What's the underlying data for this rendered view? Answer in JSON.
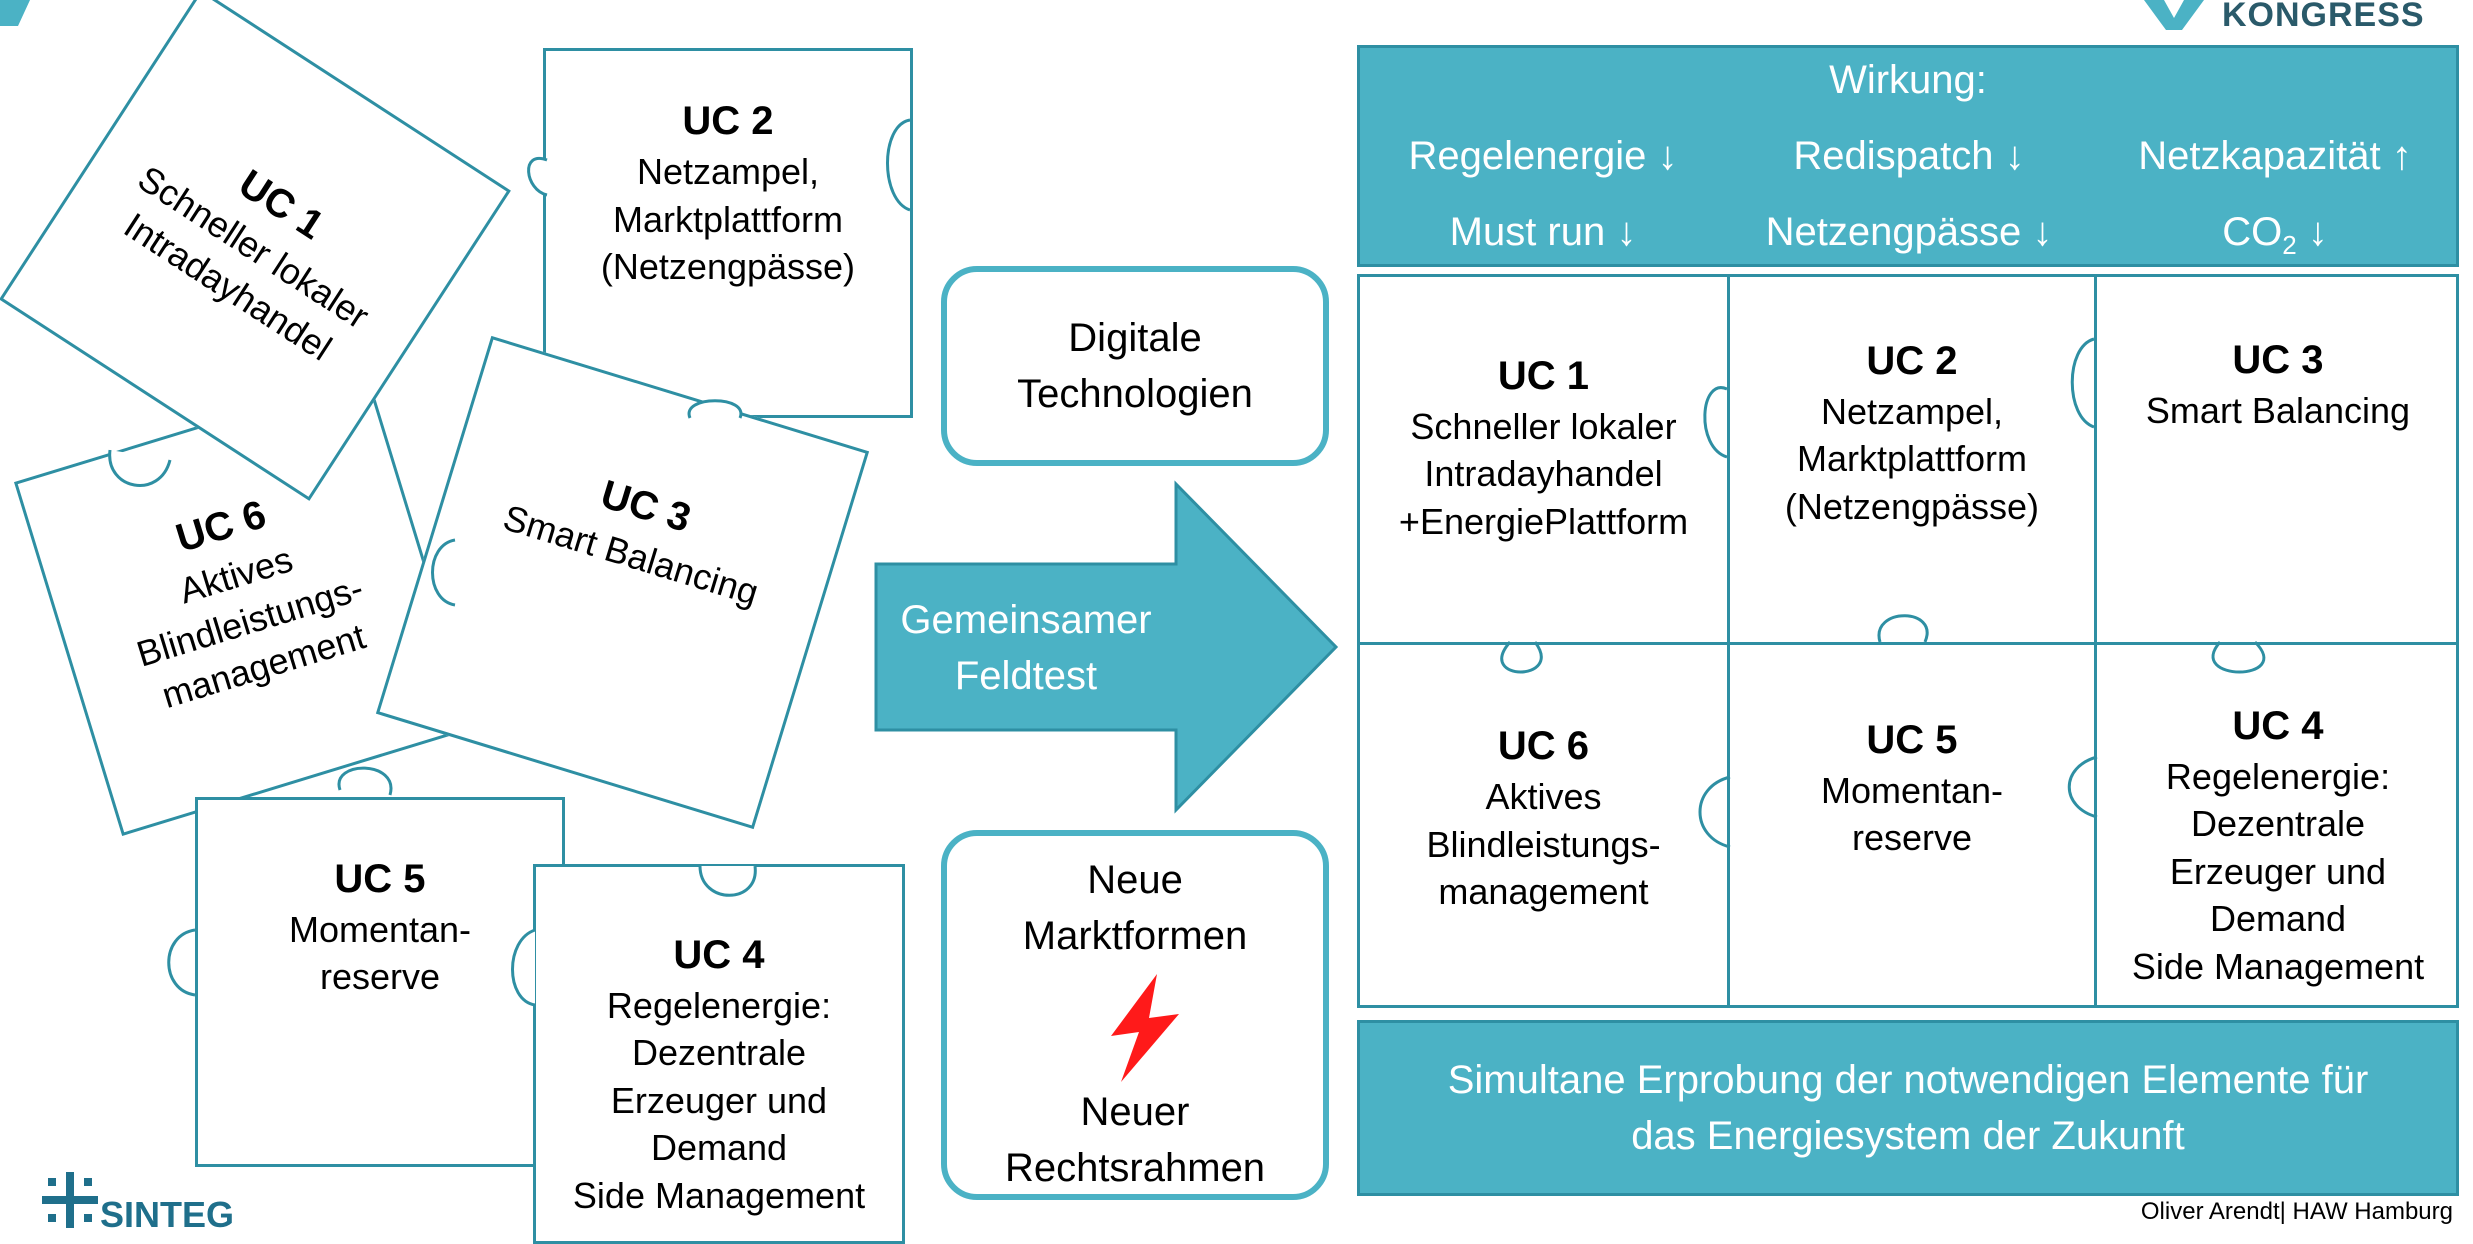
{
  "logo_kongress": "KONGRESS",
  "logo_sinteg": "SINTEG",
  "footer": "Oliver Arendt| HAW Hamburg",
  "left_puzzle": {
    "uc1": {
      "title": "UC 1",
      "lines": [
        "Schneller lokaler",
        "Intradayhandel"
      ]
    },
    "uc2": {
      "title": "UC 2",
      "lines": [
        "Netzampel,",
        "Marktplattform",
        "(Netzengpässe)"
      ]
    },
    "uc3": {
      "title": "UC 3",
      "lines": [
        "Smart Balancing"
      ]
    },
    "uc6": {
      "title": "UC 6",
      "lines": [
        "Aktives",
        "Blindleistungs-",
        "management"
      ]
    },
    "uc5": {
      "title": "UC 5",
      "lines": [
        "Momentan-",
        "reserve"
      ]
    },
    "uc4": {
      "title": "UC 4",
      "lines": [
        "Regelenergie:",
        "Dezentrale",
        "Erzeuger und",
        "Demand",
        "Side Management"
      ]
    }
  },
  "middle": {
    "digital": [
      "Digitale",
      "Technologien"
    ],
    "arrow": [
      "Gemeinsamer",
      "Feldtest"
    ],
    "market": [
      "Neue",
      "Marktformen"
    ],
    "legal": [
      "Neuer",
      "Rechtsrahmen"
    ]
  },
  "wirkung": {
    "heading": "Wirkung:",
    "row1": [
      "Regelenergie ↓",
      "Redispatch ↓",
      "Netzkapazität ↑"
    ],
    "row2_a": "Must run ↓",
    "row2_b": "Netzengpässe ↓",
    "co2_base": "CO",
    "co2_sub": "2",
    "co2_arrow": " ↓"
  },
  "grid": {
    "uc1": {
      "title": "UC 1",
      "lines": [
        "Schneller lokaler",
        "Intradayhandel",
        "+EnergiePlattform"
      ]
    },
    "uc2": {
      "title": "UC 2",
      "lines": [
        "Netzampel,",
        "Marktplattform",
        "(Netzengpässe)"
      ]
    },
    "uc3": {
      "title": "UC 3",
      "lines": [
        "Smart Balancing"
      ]
    },
    "uc6": {
      "title": "UC 6",
      "lines": [
        "Aktives",
        "Blindleistungs-",
        "management"
      ]
    },
    "uc5": {
      "title": "UC 5",
      "lines": [
        "Momentan-",
        "reserve"
      ]
    },
    "uc4": {
      "title": "UC 4",
      "lines": [
        "Regelenergie:",
        "Dezentrale",
        "Erzeuger und",
        "Demand",
        "Side Management"
      ]
    }
  },
  "bottom_banner": [
    "Simultane Erprobung der notwendigen Elemente für",
    "das Energiesystem der Zukunft"
  ],
  "colors": {
    "teal": "#4bb2c5",
    "teal_dark": "#2e8fa3",
    "lightning": "#ff1a1a"
  }
}
